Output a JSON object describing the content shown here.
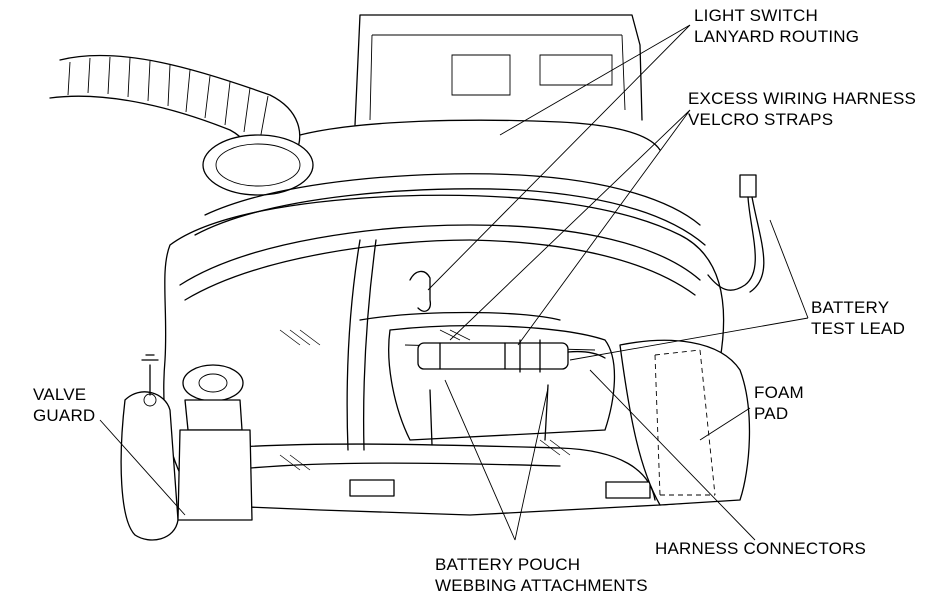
{
  "labels": {
    "light_switch": [
      "LIGHT SWITCH",
      "LANYARD ROUTING"
    ],
    "excess_wiring": [
      "EXCESS WIRING HARNESS",
      "VELCRO STRAPS"
    ],
    "battery_test": [
      "BATTERY",
      "TEST LEAD"
    ],
    "valve_guard": [
      "VALVE",
      "GUARD"
    ],
    "foam_pad": [
      "FOAM",
      "PAD"
    ],
    "harness_connectors": [
      "HARNESS CONNECTORS"
    ],
    "battery_pouch": [
      "BATTERY POUCH",
      "WEBBING ATTACHMENTS"
    ]
  },
  "icons": {
    "drawing": "backpack-line-drawing",
    "leader": "leader-line"
  }
}
